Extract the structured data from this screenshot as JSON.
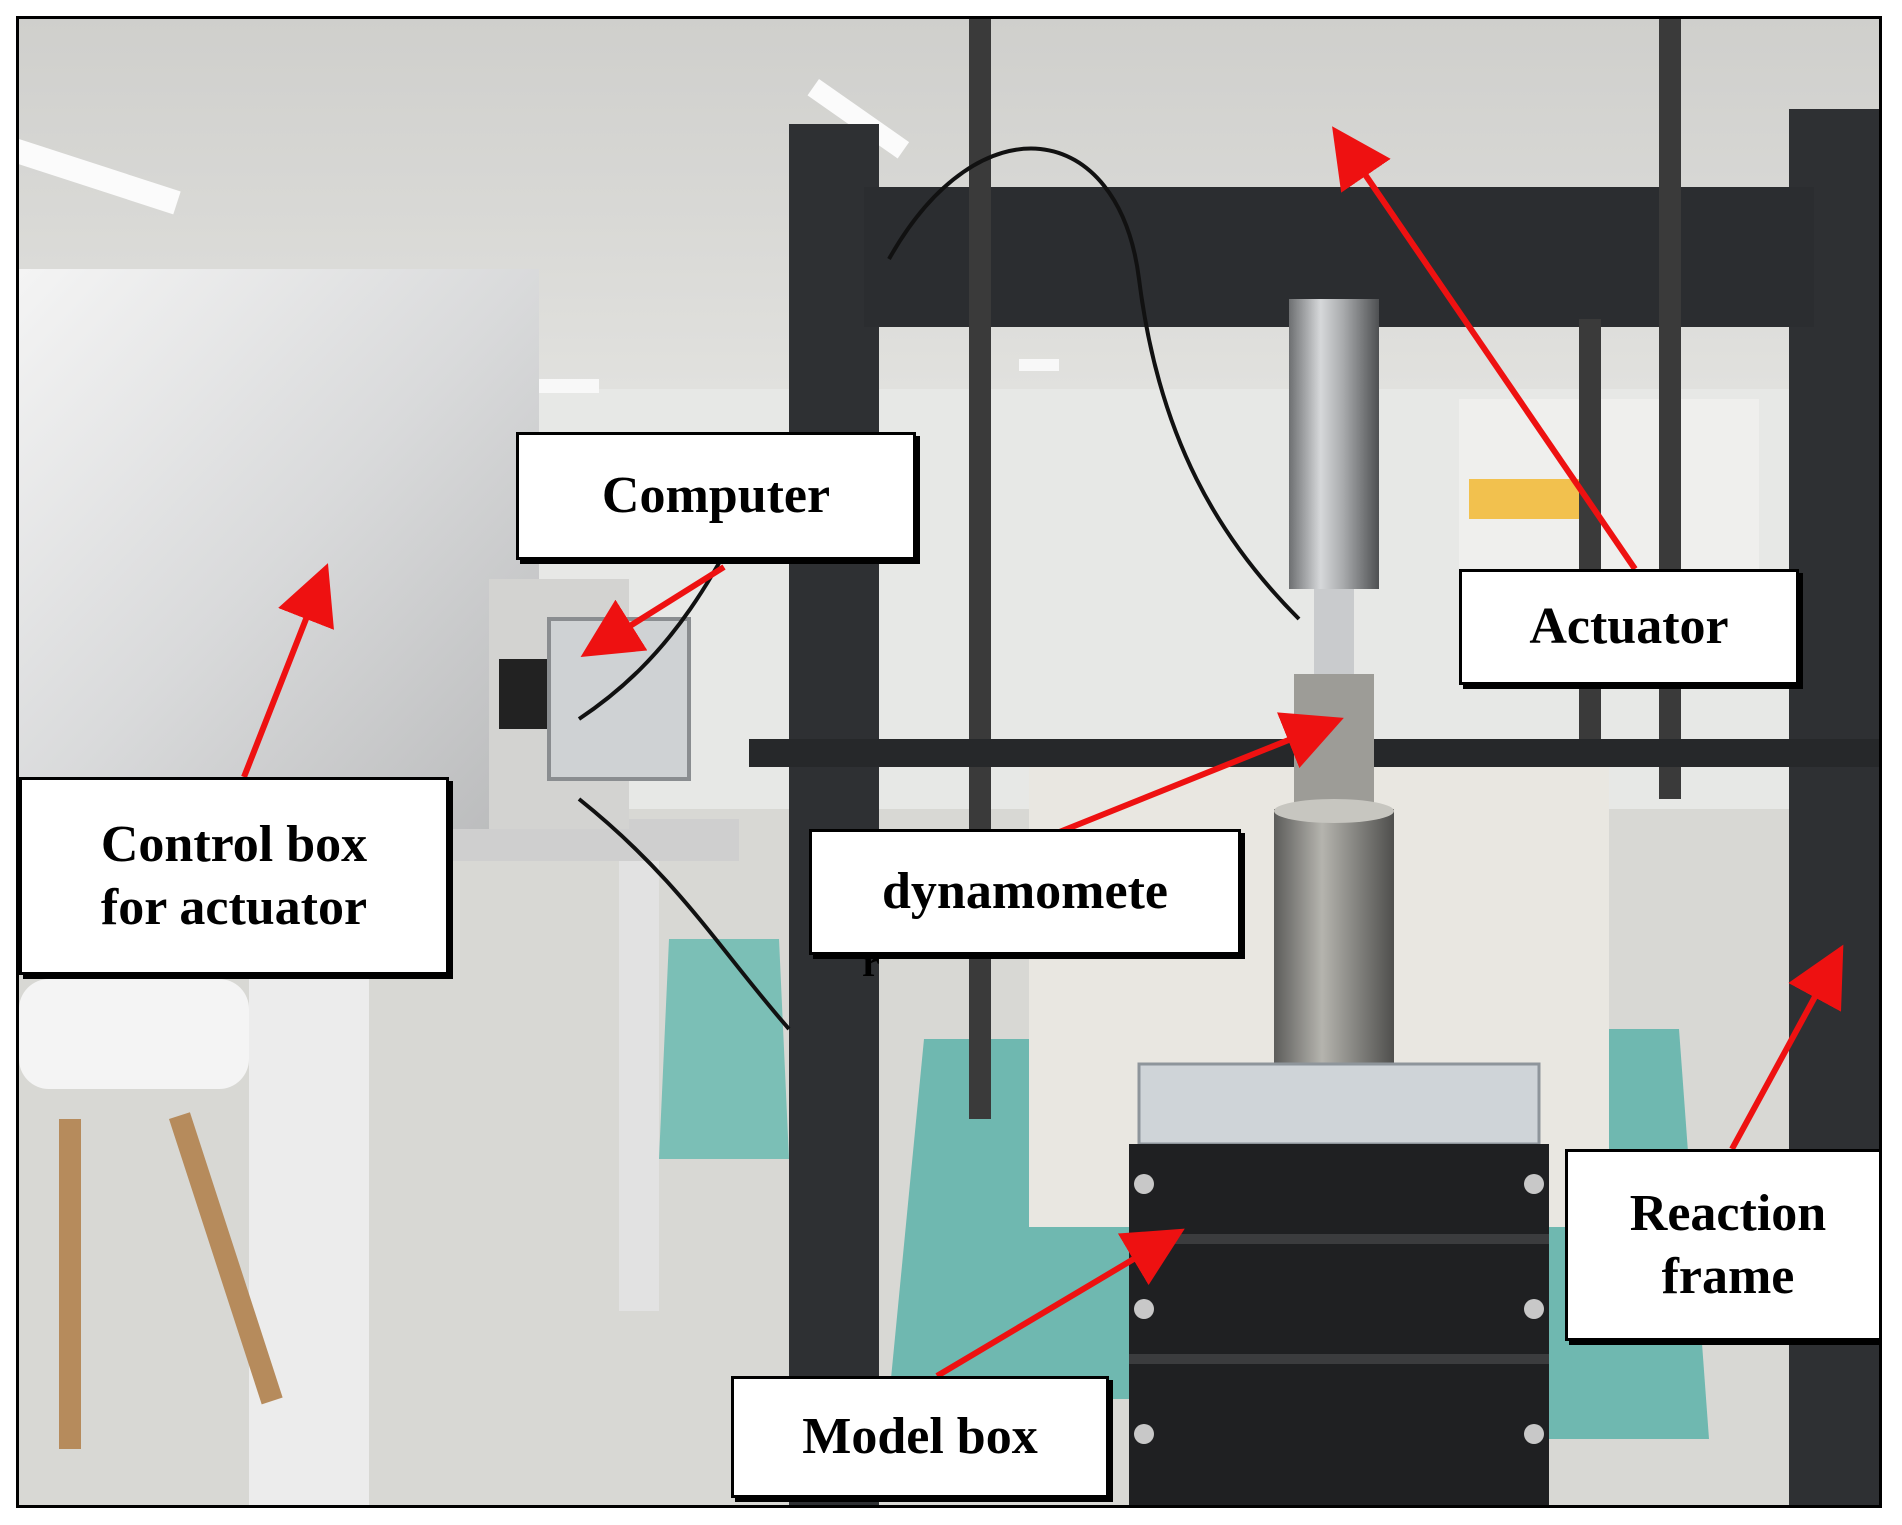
{
  "labels": {
    "computer": "Computer",
    "actuator": "Actuator",
    "control_box_line1": "Control box",
    "control_box_line2": "for actuator",
    "dynamometer": "dynamomete",
    "dynamometer_overflow": "r",
    "reaction_frame_line1": "Reaction",
    "reaction_frame_line2": "frame",
    "model_box": "Model box"
  },
  "colors": {
    "arrow": "#ee1111",
    "label_border": "#000000",
    "label_fill": "#ffffff",
    "frame_steel": "#2e3033",
    "stool": "#6fb8b0"
  }
}
